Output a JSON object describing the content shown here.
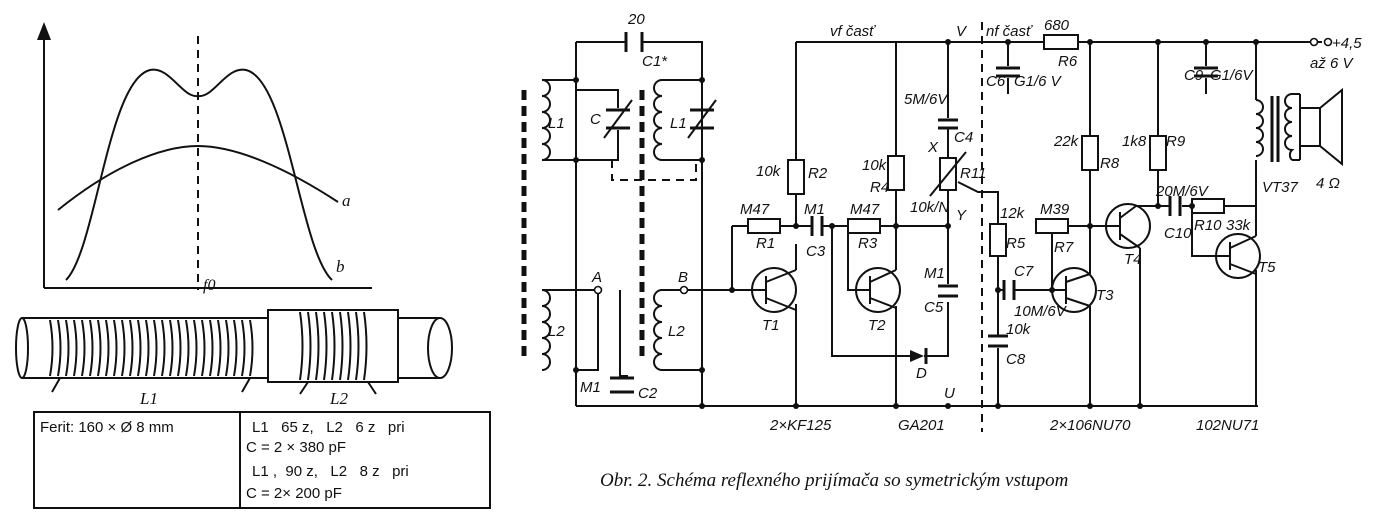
{
  "graph": {
    "f0_label": "f0",
    "curve_a_label": "a",
    "curve_b_label": "b"
  },
  "coil": {
    "l1_label": "L1",
    "l2_label": "L2"
  },
  "table": {
    "ferrite": "Ferit: 160 × Ø 8 mm",
    "row1a": "L1   65 z,   L2   6 z   pri",
    "row1b": "C = 2 × 380 pF",
    "row2a": "L1 ,  90 z,   L2   8 z   pri",
    "row2b": "C = 2× 200 pF"
  },
  "schematic": {
    "vf_cast": "vf časť",
    "nf_cast": "nf časť",
    "node_v": "V",
    "node_u": "U",
    "node_x": "X",
    "node_y": "Y",
    "node_a": "A",
    "node_b": "B",
    "supply": "+4,5",
    "supply2": "až 6 V",
    "c1_val": "20",
    "c1": "C1*",
    "l1a": "L1",
    "l1b": "L1",
    "l2a": "L2",
    "l2b": "L2",
    "c": "C",
    "c2_val": "M1",
    "c2": "C2",
    "r2_val": "10k",
    "r2": "R2",
    "r4_val": "10k",
    "r4": "R4",
    "r1_val": "M47",
    "r1": "R1",
    "c3_val": "M1",
    "c3": "C3",
    "r3_val": "M47",
    "r3": "R3",
    "t1": "T1",
    "t2": "T2",
    "d": "D",
    "c4_val": "5M/6V",
    "c4": "C4",
    "r11": "R11",
    "r11_val": "10k/N",
    "c5_val": "M1",
    "c5": "C5",
    "r6_val": "680",
    "r6": "R6",
    "c6": "C6",
    "c6_val": "G1/6 V",
    "c9": "C9",
    "c9_val": "G1/6V",
    "r5_val": "12k",
    "r5": "R5",
    "c7": "C7",
    "c7_val": "10M/6V",
    "c8_val": "10k",
    "c8": "C8",
    "r7_val": "M39",
    "r7": "R7",
    "r8_val": "22k",
    "r8": "R8",
    "t3": "T3",
    "r9_val": "1k8",
    "r9": "R9",
    "t4": "T4",
    "c10_val": "20M/6V",
    "c10": "C10",
    "r10": "R10",
    "r10_val": "33k",
    "t5": "T5",
    "vt": "VT37",
    "spk": "4 Ω",
    "part1": "2×KF125",
    "part2": "GA201",
    "part3": "2×106NU70",
    "part4": "102NU71"
  },
  "caption": "Obr. 2. Schéma reflexného prijímača so symetrickým vstupom"
}
